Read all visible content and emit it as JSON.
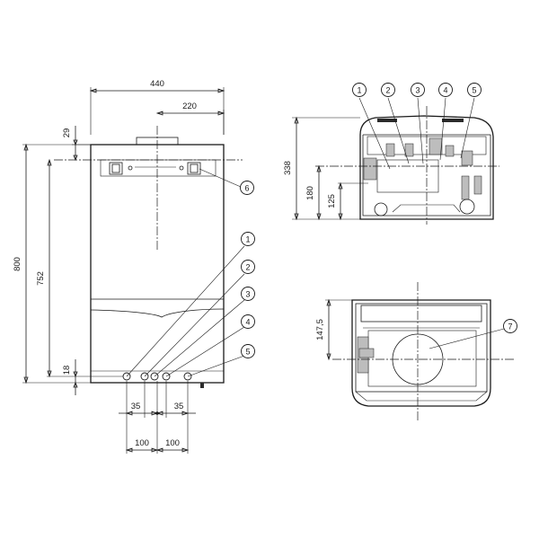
{
  "front_view": {
    "width_total": "440",
    "width_half": "220",
    "top_offset": "29",
    "height_total": "800",
    "mount_height": "752",
    "bottom_offset": "18",
    "pipe_spacing_left": "35",
    "pipe_spacing_right": "35",
    "span_left": "100",
    "span_right": "100",
    "callouts": [
      "1",
      "2",
      "3",
      "4",
      "5",
      "6"
    ]
  },
  "top_view": {
    "depth": "338",
    "depth_mid": "180",
    "depth_low": "125",
    "callouts": [
      "1",
      "2",
      "3",
      "4",
      "5"
    ]
  },
  "bottom_view": {
    "offset": "147,5",
    "callouts": [
      "7"
    ]
  }
}
